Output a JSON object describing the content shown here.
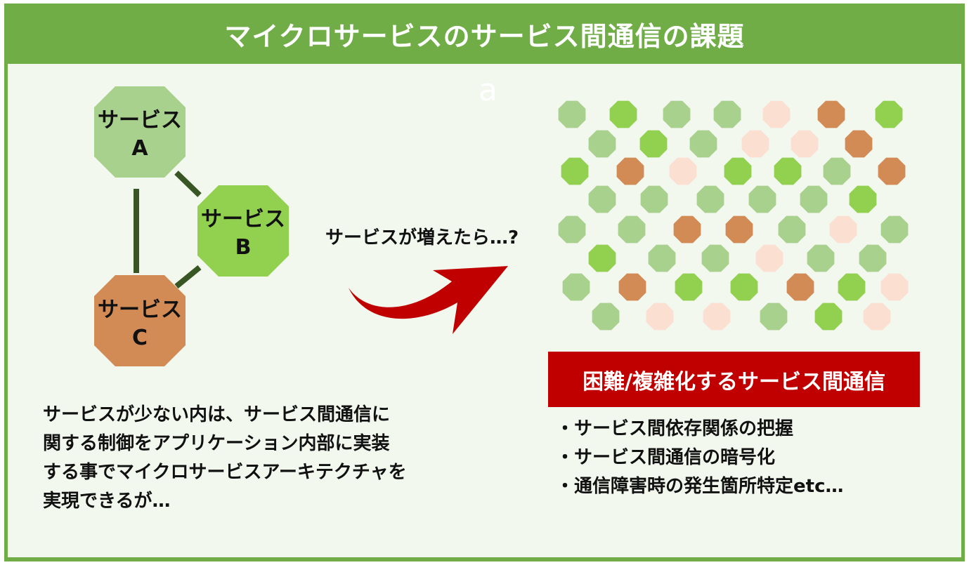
{
  "title": "マイクロサービスのサービス間通信の課題",
  "stray_text": "a",
  "services": [
    {
      "line1": "サービス",
      "line2": "A",
      "color": "#a9d18e"
    },
    {
      "line1": "サービス",
      "line2": "B",
      "color": "#92d050"
    },
    {
      "line1": "サービス",
      "line2": "C",
      "color": "#d38b56"
    }
  ],
  "arrow_caption": "サービスが増えたら…?",
  "left_text_lines": [
    "サービスが少ない内は、サービス間通信に",
    "関する制御をアプリケーション内部に実装",
    "する事でマイクロサービスアーキテクチャを",
    "実現できるが…"
  ],
  "banner": "困難/複雑化するサービス間通信",
  "bullets": [
    "・サービス間依存関係の把握",
    "・サービス間通信の暗号化",
    "・通信障害時の発生箇所特定etc…"
  ],
  "colors": {
    "frame": "#70ad47",
    "panel": "#f3f8ef",
    "connector": "#375623",
    "arrow": "#c00000",
    "banner": "#c00000",
    "light_green": "#a9d18e",
    "bright_green": "#92d050",
    "orange": "#d38b56",
    "pale_peach": "#fbe0d2"
  },
  "cluster_palette": [
    "#a9d18e",
    "#92d050",
    "#d38b56",
    "#fbe0d2"
  ]
}
